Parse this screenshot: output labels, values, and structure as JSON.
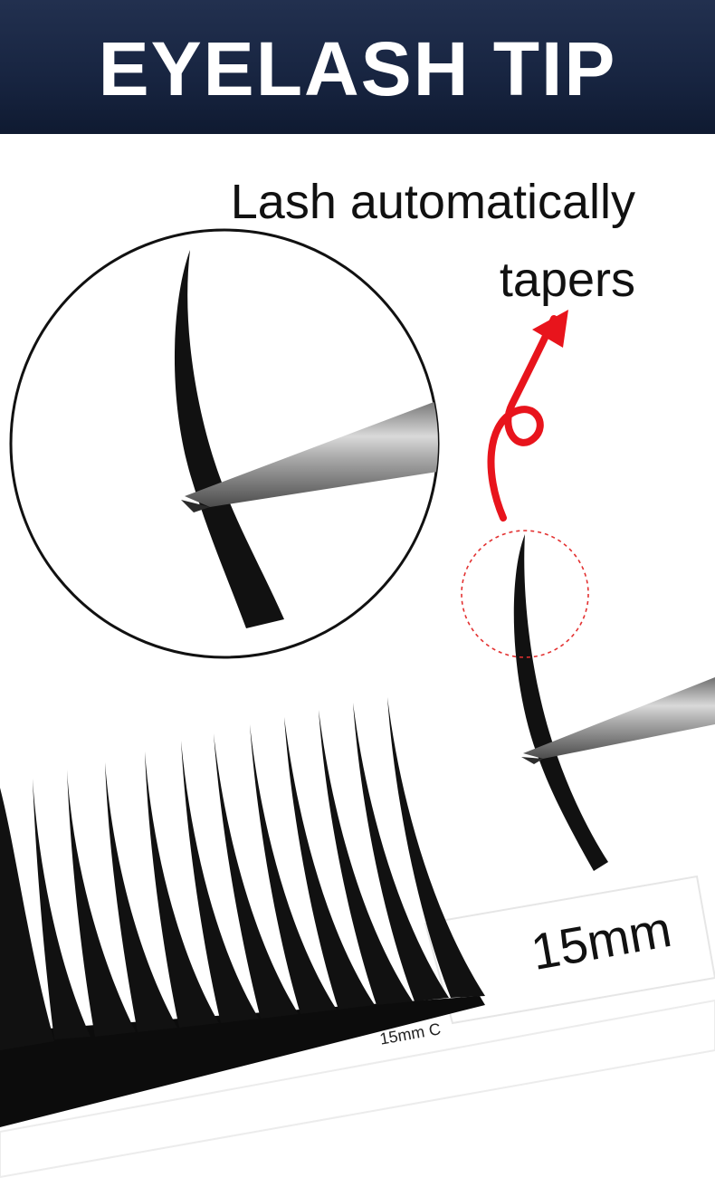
{
  "header": {
    "title": "EYELASH TIP"
  },
  "caption": {
    "line1": "Lash automatically",
    "line2": "tapers"
  },
  "card": {
    "length_label": "15mm"
  },
  "strip": {
    "label": "15mm C"
  },
  "colors": {
    "banner": "#172440",
    "arrow": "#e8141c",
    "lash": "#111111",
    "highlight_circle": "#e33030"
  }
}
